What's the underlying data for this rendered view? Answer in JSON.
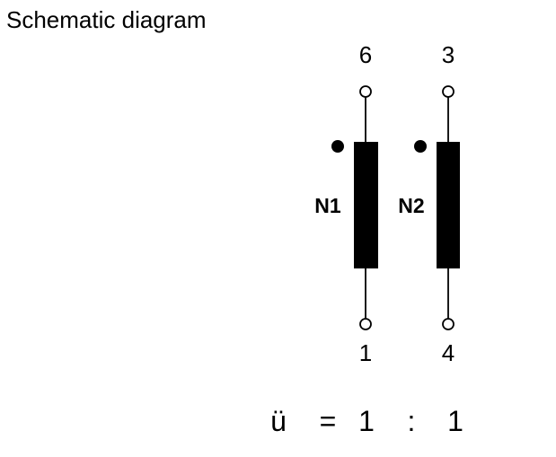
{
  "title": "Schematic diagram",
  "windings": [
    {
      "label": "N1",
      "top_pin": "6",
      "bottom_pin": "1",
      "dot_marker": true
    },
    {
      "label": "N2",
      "top_pin": "3",
      "bottom_pin": "4",
      "dot_marker": true
    }
  ],
  "ratio": {
    "symbol": "ü",
    "equals": "=",
    "left": "1",
    "separator": ":",
    "right": "1"
  },
  "colors": {
    "ink": "#000000",
    "background": "#ffffff"
  }
}
